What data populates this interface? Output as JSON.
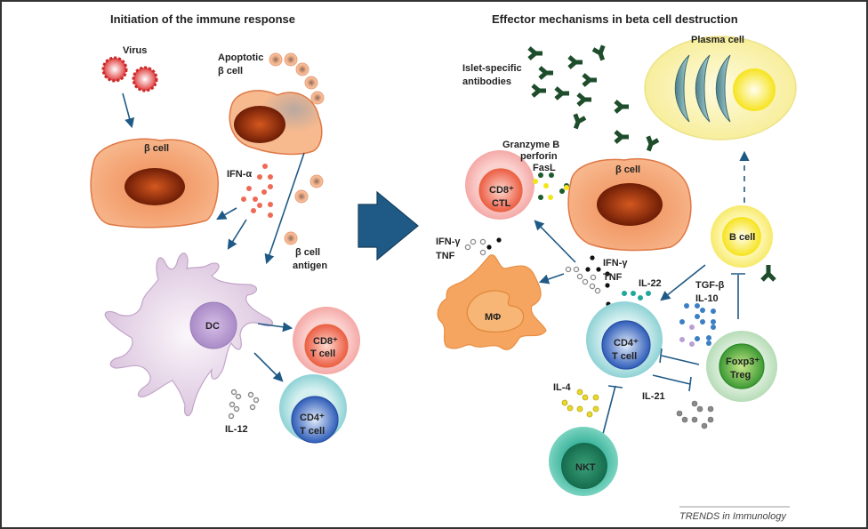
{
  "panels": {
    "left_title": "Initiation of the immune response",
    "right_title": "Effector mechanisms in beta cell destruction"
  },
  "left": {
    "virus": "Virus",
    "apoptotic_line1": "Apoptotic",
    "apoptotic_line2": "β cell",
    "beta_cell": "β cell",
    "ifn_alpha": "IFN-α",
    "beta_antigen_line1": "β cell",
    "beta_antigen_line2": "antigen",
    "dc": "DC",
    "cd8_line1": "CD8⁺",
    "cd8_line2": "T cell",
    "cd4_line1": "CD4⁺",
    "cd4_line2": "T cell",
    "il12": "IL-12"
  },
  "right": {
    "plasma_cell": "Plasma cell",
    "antibodies_line1": "Islet-specific",
    "antibodies_line2": "antibodies",
    "granzyme": "Granzyme B",
    "perforin": "perforin",
    "fasl": "FasL",
    "ctl_line1": "CD8⁺",
    "ctl_line2": "CTL",
    "beta_cell": "β cell",
    "ifn_gamma_left": "IFN-γ",
    "tnf_left": "TNF",
    "ifn_gamma_right": "IFN-γ",
    "tnf_right": "TNF",
    "il22": "IL-22",
    "macrophage": "MΦ",
    "b_cell": "B cell",
    "tgf_beta": "TGF-β",
    "il10": "IL-10",
    "cd4_line1": "CD4⁺",
    "cd4_line2": "T cell",
    "treg_line1": "Foxp3⁺",
    "treg_line2": "Treg",
    "il4": "IL-4",
    "il21": "IL-21",
    "nkt": "NKT"
  },
  "caption": "TRENDS in Immunology",
  "colors": {
    "arrow": "#1f5a86",
    "beta_cell": "#f5b488",
    "nucleus": "#8a2a0c",
    "antibody": "#1e4d2b",
    "ifn_alpha_dot": "#ee6a55",
    "il22_dot": "#1fa89a",
    "tgf_dot": "#3b7fc4",
    "il10_dot": "#b9a0d4",
    "il4_dot": "#e8d82a",
    "il21_dot": "#8a8a8a"
  }
}
